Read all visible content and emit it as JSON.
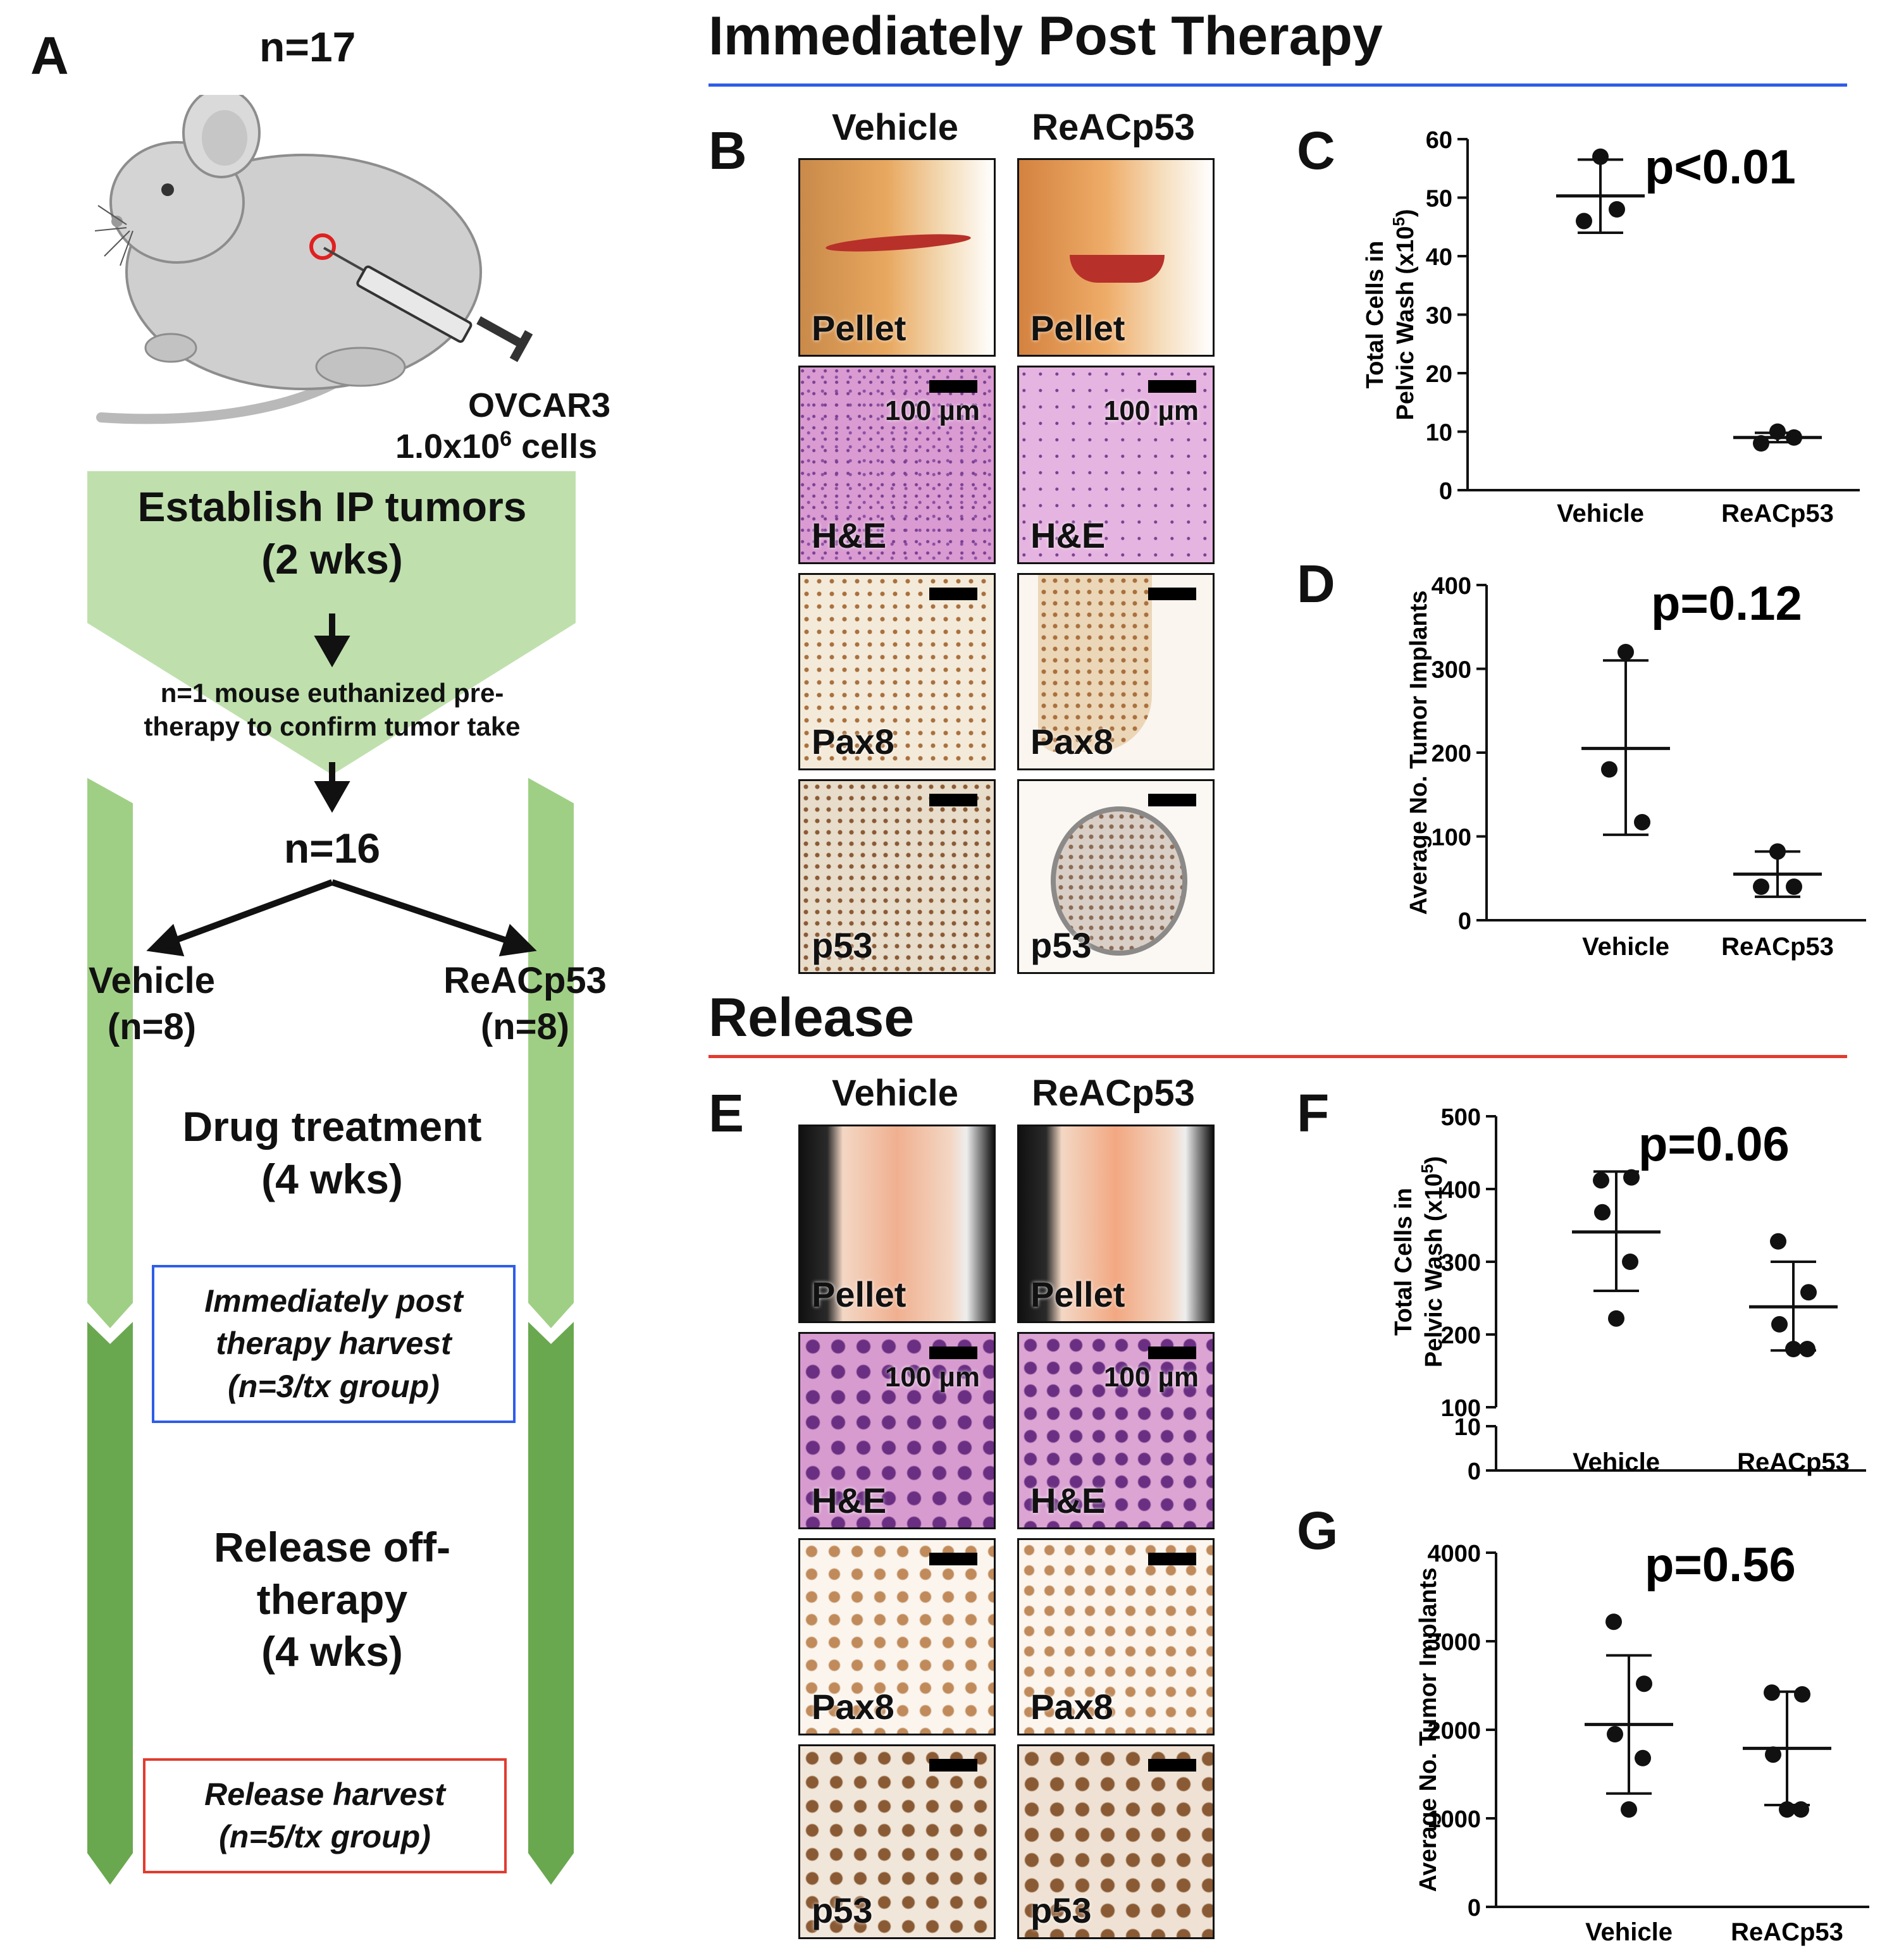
{
  "panel_a": {
    "letter": "A",
    "n_total": "n=17",
    "injection_line1": "OVCAR3",
    "injection_line2": "1.0x10",
    "injection_exp": "6",
    "injection_line2_tail": " cells",
    "establish_line1": "Establish IP tumors",
    "establish_line2": "(2 wks)",
    "euth_line1": "n=1 mouse euthanized pre-",
    "euth_line2": "therapy to confirm tumor take",
    "n_after": "n=16",
    "vehicle_label": "Vehicle",
    "vehicle_n": "(n=8)",
    "reac_label": "ReACp53",
    "reac_n": "(n=8)",
    "drug_line1": "Drug treatment",
    "drug_line2": "(4 wks)",
    "post_box_line1": "Immediately post",
    "post_box_line2": "therapy harvest",
    "post_box_line3": "(n=3/tx group)",
    "release_line1": "Release off-",
    "release_line2": "therapy",
    "release_line3": "(4 wks)",
    "release_box_line1": "Release harvest",
    "release_box_line2": "(n=5/tx group)"
  },
  "section_post": {
    "title": "Immediately Post Therapy",
    "rule_color": "#2f5de8"
  },
  "section_release": {
    "title": "Release",
    "rule_color": "#e23b2f"
  },
  "panel_b": {
    "letter": "B",
    "col1": "Vehicle",
    "col2": "ReACp53",
    "rows": [
      "Pellet",
      "H&E",
      "Pax8",
      "p53"
    ],
    "scale_text": "100 µm"
  },
  "panel_e": {
    "letter": "E",
    "col1": "Vehicle",
    "col2": "ReACp53",
    "rows": [
      "Pellet",
      "H&E",
      "Pax8",
      "p53"
    ],
    "scale_text": "100 µm"
  },
  "colors": {
    "light_green": "#bfe0ad",
    "mid_green": "#9fcf85",
    "dark_green": "#6aa84f",
    "he_pink": "#d99bd1",
    "he_purple": "#7a3f92",
    "ihc_brown": "#a9703d",
    "pellet_orange": "#e6a15a"
  },
  "chart_data": [
    {
      "panel": "C",
      "type": "scatter",
      "ylabel_line1": "Total Cells in",
      "ylabel_line2": "Pelvic Wash (x10",
      "ylabel_exp": "5",
      "ylabel_tail": ")",
      "categories": [
        "Vehicle",
        "ReACp53"
      ],
      "points": [
        [
          57,
          46,
          48
        ],
        [
          10,
          8,
          9
        ]
      ],
      "mean": [
        50.3,
        9
      ],
      "sd_low": [
        44,
        8.2
      ],
      "sd_high": [
        56.5,
        9.8
      ],
      "ylim": [
        0,
        60
      ],
      "yticks": [
        0,
        10,
        20,
        30,
        40,
        50,
        60
      ],
      "pvalue": "p<0.01"
    },
    {
      "panel": "D",
      "type": "scatter",
      "ylabel_line1": "Average No. Tumor Implants",
      "categories": [
        "Vehicle",
        "ReACp53"
      ],
      "points": [
        [
          320,
          180,
          117
        ],
        [
          82,
          40,
          40
        ]
      ],
      "mean": [
        205,
        55
      ],
      "sd_low": [
        102,
        28
      ],
      "sd_high": [
        310,
        82
      ],
      "ylim": [
        0,
        400
      ],
      "yticks": [
        0,
        100,
        200,
        300,
        400
      ],
      "pvalue": "p=0.12"
    },
    {
      "panel": "F",
      "type": "scatter",
      "ylabel_line1": "Total Cells in",
      "ylabel_line2": "Pelvic Wash (x10",
      "ylabel_exp": "5",
      "ylabel_tail": ")",
      "categories": [
        "Vehicle",
        "ReACp53"
      ],
      "points": [
        [
          412,
          416,
          368,
          300,
          222
        ],
        [
          328,
          258,
          214,
          180,
          180
        ]
      ],
      "mean": [
        341,
        238
      ],
      "sd_low": [
        260,
        178
      ],
      "sd_high": [
        424,
        300
      ],
      "ylim": [
        100,
        500
      ],
      "yticks": [
        100,
        200,
        300,
        400,
        500
      ],
      "broken_axis_ticks": [
        0,
        10
      ],
      "pvalue": "p=0.06"
    },
    {
      "panel": "G",
      "type": "scatter",
      "ylabel_line1": "Average No. Tumor Implants",
      "categories": [
        "Vehicle",
        "ReACp53"
      ],
      "points": [
        [
          3220,
          2520,
          1950,
          1680,
          1100
        ],
        [
          2420,
          2400,
          1720,
          1100,
          1100
        ]
      ],
      "mean": [
        2060,
        1790
      ],
      "sd_low": [
        1280,
        1150
      ],
      "sd_high": [
        2840,
        2430
      ],
      "ylim": [
        0,
        4000
      ],
      "yticks": [
        0,
        1000,
        2000,
        3000,
        4000
      ],
      "pvalue": "p=0.56"
    }
  ]
}
